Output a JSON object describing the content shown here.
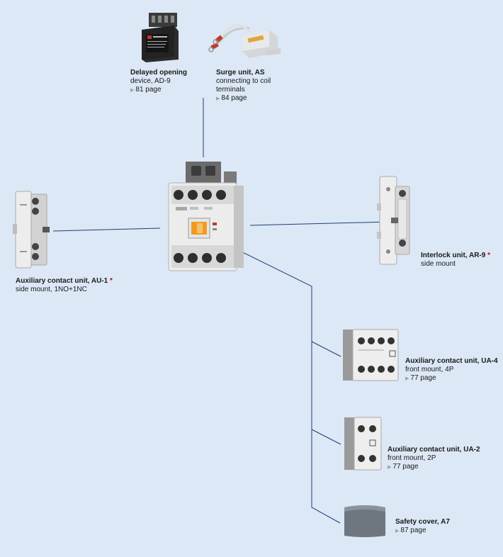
{
  "colors": {
    "wire": "#1f3d7a",
    "background": "#dce8f5",
    "star": "#d0021b"
  },
  "items": {
    "ad9": {
      "title": "Delayed opening",
      "subtitle": "device, AD-9",
      "page": "81 page"
    },
    "as": {
      "title": "Surge unit, AS",
      "subtitle": "connecting to coil",
      "subtitle2": "terminals",
      "page": "84 page"
    },
    "au1": {
      "title": "Auxiliary contact unit, AU-1",
      "marker": "*",
      "subtitle": "side mount, 1NO+1NC"
    },
    "ar9": {
      "title": "Interlock unit, AR-9",
      "marker": "*",
      "subtitle": "side mount"
    },
    "ua4": {
      "title": "Auxiliary contact unit, UA-4",
      "subtitle": "front mount, 4P",
      "page": "77 page"
    },
    "ua2": {
      "title": "Auxiliary contact unit, UA-2",
      "subtitle": "front mount, 2P",
      "page": "77 page"
    },
    "a7": {
      "title": "Safety cover, A7",
      "page": "87 page"
    }
  }
}
